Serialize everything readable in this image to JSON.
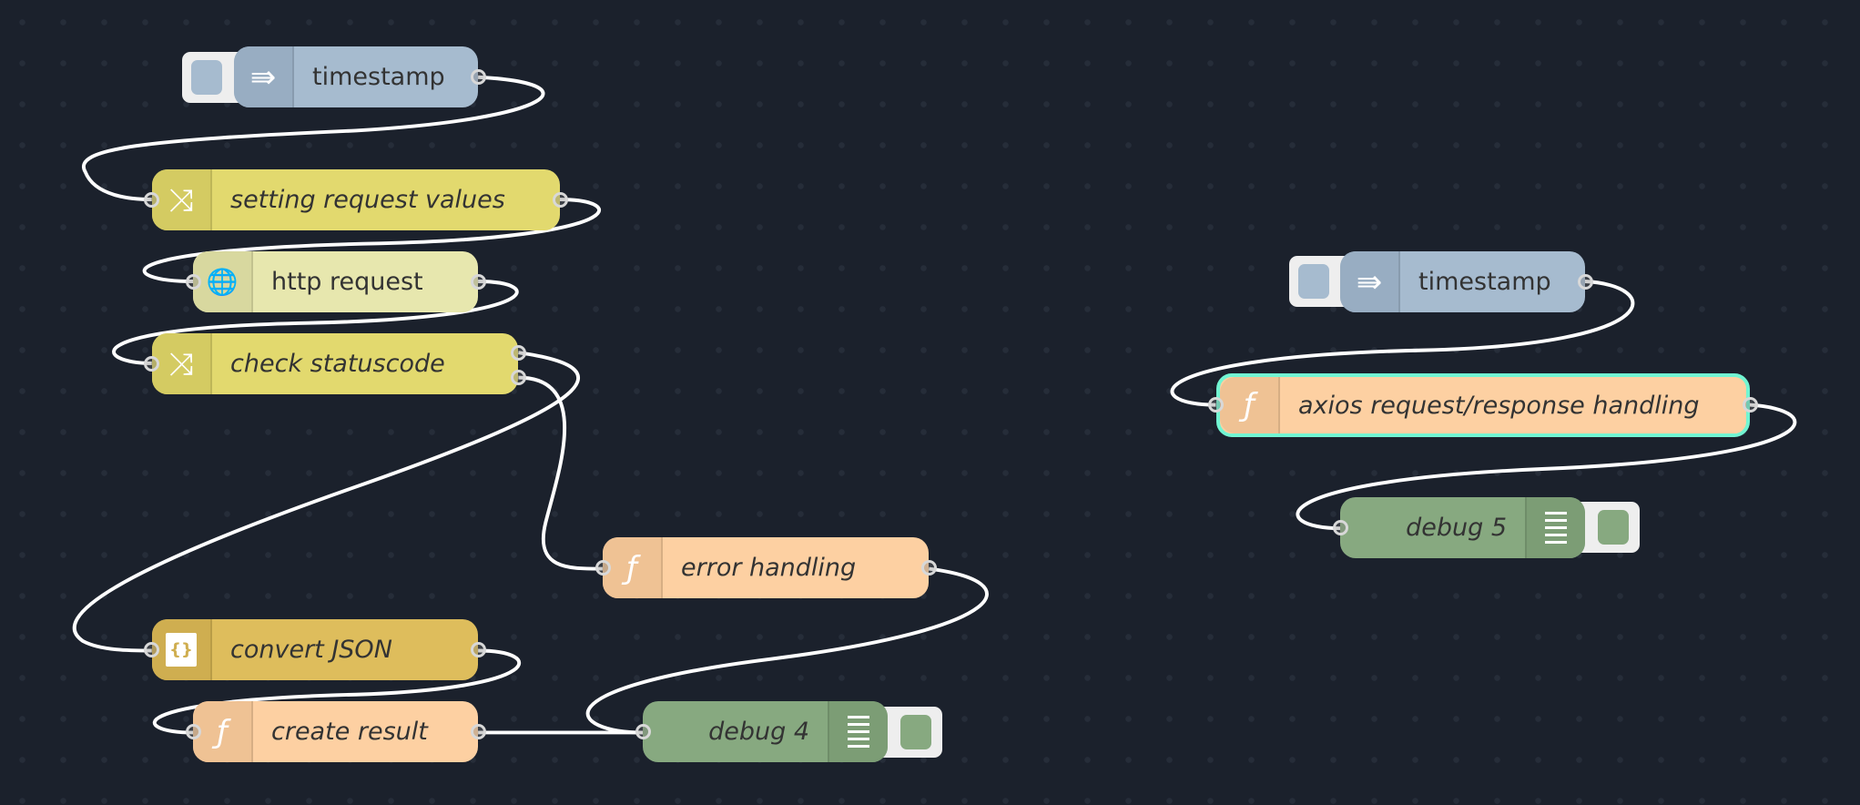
{
  "colors": {
    "inject": "#a6bbcf",
    "inject_icon": "#98adc2",
    "switch": "#e2d96e",
    "switch_icon": "#d4cb62",
    "http": "#e7e7ae",
    "http_icon": "#d8d89f",
    "function": "#fdd0a2",
    "function_icon": "#efc294",
    "json": "#debd5c",
    "json_icon": "#cfae50",
    "debug": "#87a980",
    "debug_icon": "#7c9d75",
    "selection": "#72f5d2",
    "wire": "#ffffff"
  },
  "nodes": [
    {
      "id": "ts1",
      "label": "timestamp",
      "type": "inject",
      "icon": "arrow-in-icon"
    },
    {
      "id": "setreq",
      "label": "setting request values",
      "type": "switch",
      "icon": "switch-icon"
    },
    {
      "id": "http",
      "label": "http request",
      "type": "http",
      "icon": "globe-icon"
    },
    {
      "id": "check",
      "label": "check statuscode",
      "type": "switch",
      "icon": "switch-icon"
    },
    {
      "id": "err",
      "label": "error handling",
      "type": "function",
      "icon": "function-icon"
    },
    {
      "id": "json",
      "label": "convert JSON",
      "type": "json",
      "icon": "json-icon"
    },
    {
      "id": "create",
      "label": "create result",
      "type": "function",
      "icon": "function-icon"
    },
    {
      "id": "dbg4",
      "label": "debug 4",
      "type": "debug",
      "icon": "debug-list-icon"
    },
    {
      "id": "ts2",
      "label": "timestamp",
      "type": "inject",
      "icon": "arrow-in-icon"
    },
    {
      "id": "axios",
      "label": "axios request/response handling",
      "type": "function",
      "icon": "function-icon",
      "selected": true
    },
    {
      "id": "dbg5",
      "label": "debug 5",
      "type": "debug",
      "icon": "debug-list-icon"
    }
  ],
  "glyphs": {
    "arrow": "⇛",
    "switch": "⤨",
    "globe": "🌐",
    "function": "ƒ",
    "json": "{}"
  }
}
